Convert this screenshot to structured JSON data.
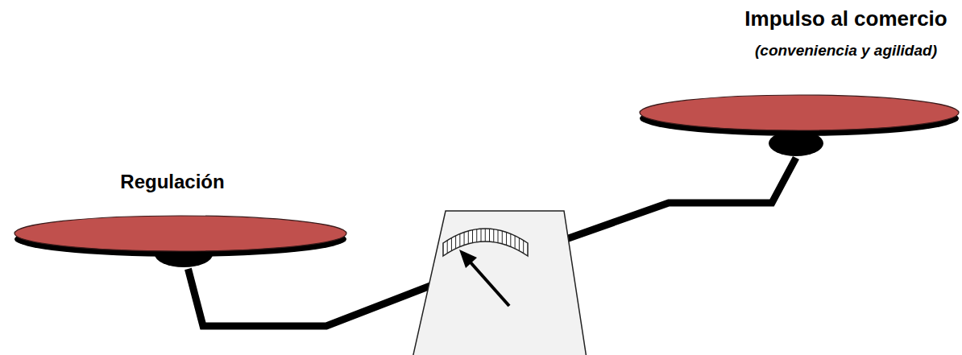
{
  "diagram": {
    "nodes": [
      {
        "text": [
          "Regulación"
        ]
      },
      {
        "text": [
          "Impulso al comercio",
          "(conveniencia y agilidad)"
        ]
      }
    ],
    "edges": [
      {
        "from": 0,
        "to": 1,
        "arrow": "none"
      }
    ]
  }
}
